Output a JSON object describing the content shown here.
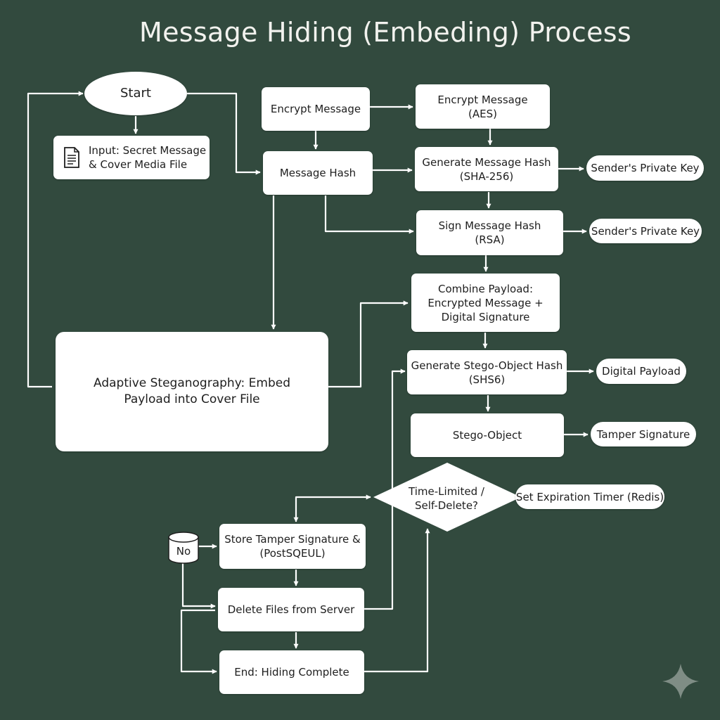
{
  "title": "Message Hiding (Embeding) Process",
  "nodes": {
    "start": "Start",
    "input": "Input: Secret Message\n& Cover Media File",
    "encrypt_message": "Encrypt Message",
    "encrypt_aes": "Encrypt Message\n(AES)",
    "message_hash": "Message Hash",
    "generate_hash": "Generate Message Hash\n(SHA-256)",
    "private_key_1": "Sender's Private Key",
    "sign_hash": "Sign Message Hash\n(RSA)",
    "private_key_2": "Sender's Private Key",
    "combine_payload": "Combine Payload:\nEncrypted Message +\nDigital Signature",
    "adaptive_steg": "Adaptive Steganography: Embed\nPayload into Cover File",
    "stego_hash": "Generate Stego-Object Hash\n(SHS6)",
    "digital_payload": "Digital Payload",
    "stego_object": "Stego-Object",
    "tamper_signature": "Tamper Signature",
    "time_limited": "Time-Limited /\nSelf-Delete?",
    "set_expiration": "Set Expiration Timer (Redis)",
    "no_db": "No",
    "store_tamper": "Store Tamper Signature &\n(PostSQEUL)",
    "delete_files": "Delete Files from Server",
    "end": "End: Hiding Complete"
  },
  "icons": {
    "input": "document-icon",
    "no_db": "database-icon",
    "watermark": "sparkle-icon"
  },
  "colors": {
    "background": "#324a3e",
    "node_fill": "#ffffff",
    "line": "#ffffff",
    "text": "#1e1e1e",
    "title": "#f2f2ee"
  }
}
